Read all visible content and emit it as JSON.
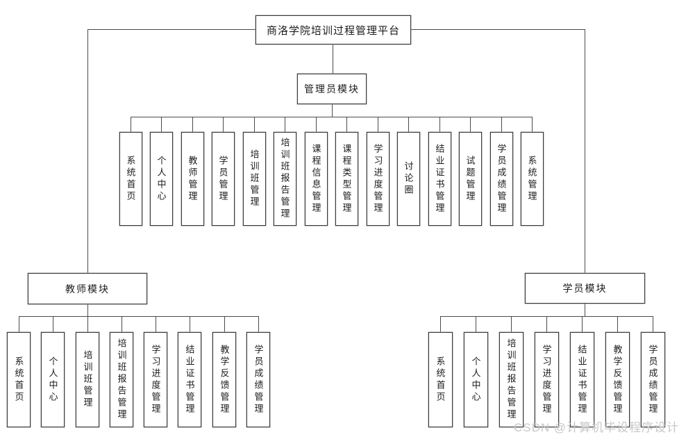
{
  "diagram": {
    "title": "商洛学院培训过程管理平台",
    "modules": {
      "admin": {
        "label": "管理员模块",
        "children": [
          "系统首页",
          "个人中心",
          "教师管理",
          "学员管理",
          "培训班管理",
          "培训班报告管理",
          "课程信息管理",
          "课程类型管理",
          "学习进度管理",
          "讨论圈",
          "结业证书管理",
          "试题管理",
          "学员成绩管理",
          "系统管理"
        ]
      },
      "teacher": {
        "label": "教师模块",
        "children": [
          "系统首页",
          "个人中心",
          "培训班管理",
          "培训班报告管理",
          "学习进度管理",
          "结业证书管理",
          "教学反馈管理",
          "学员成绩管理"
        ]
      },
      "student": {
        "label": "学员模块",
        "children": [
          "系统首页",
          "个人中心",
          "培训班报告管理",
          "学习进度管理",
          "结业证书管理",
          "教学反馈管理",
          "学员成绩管理"
        ]
      }
    },
    "watermark": "CSDN @计算机毕设程序设计",
    "colors": {
      "background": "#ffffff",
      "line": "#4a4a4a",
      "box_border": "#3a3a3a",
      "box_fill": "#ffffff",
      "text": "#1a1a1a",
      "watermark": "#c7c7c7"
    }
  }
}
